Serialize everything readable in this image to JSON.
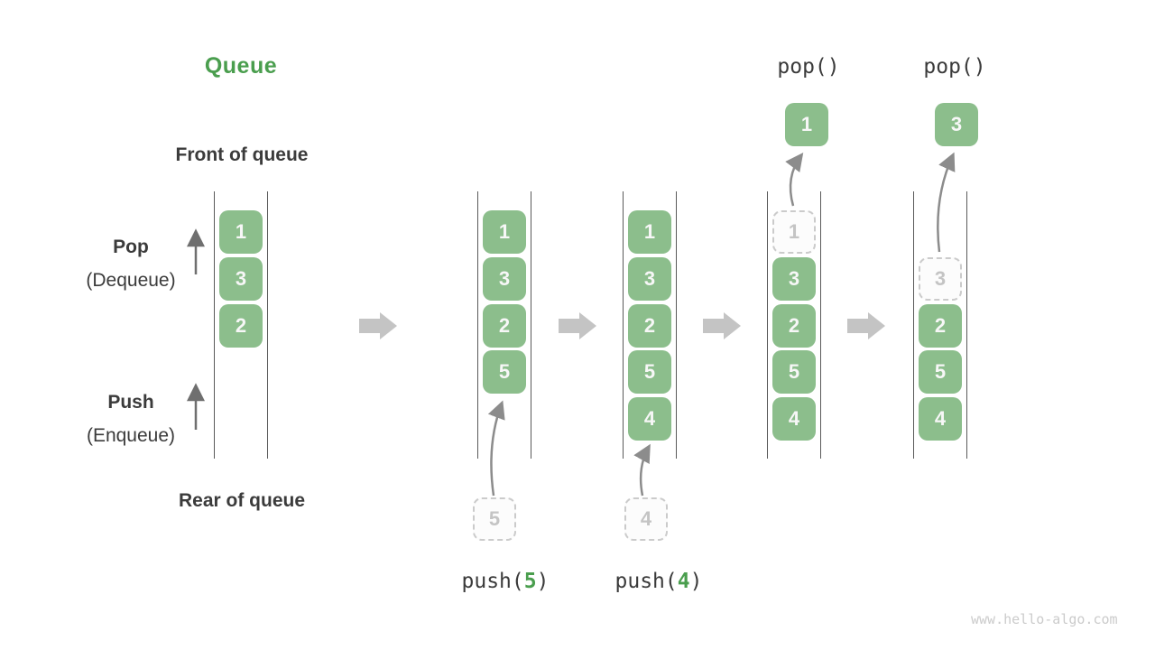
{
  "diagram": {
    "title": "Queue",
    "watermark": "www.hello-algo.com",
    "labels": {
      "front_of_queue": "Front of queue",
      "rear_of_queue": "Rear of queue",
      "pop": "Pop",
      "pop_alt": "(Dequeue)",
      "push": "Push",
      "push_alt": "(Enqueue)"
    },
    "colors": {
      "accent_green": "#4A9E4E",
      "box_green": "#8CBE8C",
      "box_text": "#F7F7F7",
      "text_dark": "#3B3B3B",
      "dashed_gray": "#C4C4C4",
      "block_arrow_gray": "#C4C4C4",
      "line_gray": "#5A5A5A"
    },
    "icons": {
      "pop_direction": "up-arrow",
      "push_direction": "up-arrow",
      "state_transition": "right-block-arrow",
      "movement": "curved-arrow"
    },
    "states": [
      {
        "name": "state-1",
        "boxes": [
          "1",
          "3",
          "2"
        ]
      },
      {
        "name": "state-2",
        "boxes": [
          "1",
          "3",
          "2",
          "5"
        ],
        "incoming": "5",
        "op_pre": "push(",
        "op_val": "5",
        "op_post": ")"
      },
      {
        "name": "state-3",
        "boxes": [
          "1",
          "3",
          "2",
          "5",
          "4"
        ],
        "incoming": "4",
        "op_pre": "push(",
        "op_val": "4",
        "op_post": ")"
      },
      {
        "name": "state-4",
        "removed": "1",
        "boxes": [
          "3",
          "2",
          "5",
          "4"
        ],
        "op": "pop()",
        "popped": "1"
      },
      {
        "name": "state-5",
        "removed": "3",
        "boxes": [
          "2",
          "5",
          "4"
        ],
        "op": "pop()",
        "popped": "3"
      }
    ]
  }
}
